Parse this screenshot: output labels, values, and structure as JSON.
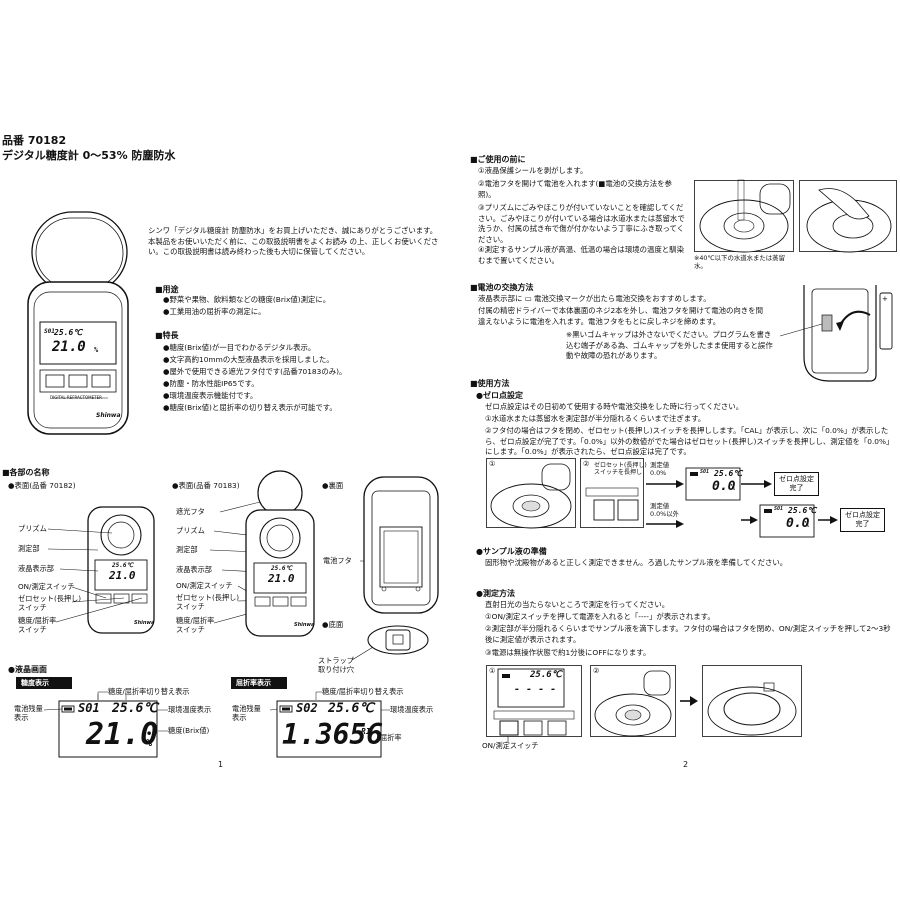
{
  "page1": {
    "product_code": "品番 70182",
    "product_title": "デジタル糖度計 0〜53% 防塵防水",
    "intro": "シンワ「デジタル糖度計 防塵防水」をお買上げいただき、誠にありがとうございます。本製品をお使いいただく前に、この取扱説明書をよくお読み の上、正しくお使いください。この取扱説明書は読み終わった後も大切に保管してください。",
    "usage_heading": "■用途",
    "usage_items": [
      "●野菜や果物、飲料類などの糖度(Brix値)測定に。",
      "●工業用油の屈折率の測定に。"
    ],
    "features_heading": "■特長",
    "features_items": [
      "●糖度(Brix値)が一目でわかるデジタル表示。",
      "●文字高約10mmの大型液晶表示を採用しました。",
      "●屋外で使用できる遮光フタ付です(品番70183のみ)。",
      "●防塵・防水性能IP65です。",
      "●環境温度表示機能付です。",
      "●糖度(Brix値)と屈折率の切り替え表示が可能です。"
    ],
    "parts_heading": "■各部の名称",
    "front_70182_label": "●表面(品番 70182)",
    "front_70183_label": "●表面(品番 70183)",
    "back_label": "●裏面",
    "bottom_label": "●底面",
    "parts_left": [
      "プリズム",
      "測定部",
      "液晶表示部",
      "ON/測定スイッチ",
      "ゼロセット(長押し)\nスイッチ",
      "糖度/屈折率\nスイッチ"
    ],
    "parts_mid": [
      "遮光フタ",
      "プリズム",
      "測定部",
      "液晶表示部",
      "ON/測定スイッチ",
      "ゼロセット(長押し)\nスイッチ",
      "糖度/屈折率\nスイッチ"
    ],
    "battery_cover_label": "電池フタ",
    "strap_label": "ストラップ\n取り付け穴",
    "lcd_heading": "●液晶画面",
    "brix_badge": "糖度表示",
    "ri_badge": "屈折率表示",
    "lcd_labels_brix": {
      "battery": "電池残量\n表示",
      "switch": "糖度/屈折率切り替え表示",
      "temp": "環境温度表示",
      "value": "糖度(Brix値)"
    },
    "lcd_labels_ri": {
      "battery": "電池残量\n表示",
      "switch": "糖度/屈折率切り替え表示",
      "temp": "環境温度表示",
      "value": "屈折率"
    },
    "lcd_small_brix": "S01",
    "lcd_temp": "25.6℃",
    "lcd_brix_value": "21.0",
    "lcd_brix_unit": "%",
    "lcd_small_ri": "S02",
    "lcd_ri_value": "1.3656",
    "lcd_ri_unit": "RI",
    "device_brand": "Shinwa",
    "device_model_text": "DIGITAL REFRACTOMETER",
    "page_number": "1"
  },
  "page2": {
    "before_heading": "■ご使用の前に",
    "before_items": [
      "①液晶保護シールを剥がします。",
      "②電池フタを開けて電池を入れます(■電池の交換方法を参照)。",
      "③プリズムにごみやほこりが付いていないことを確認してください。ごみやほこりが付いている場合は水道水または蒸留水で洗うか、付属の拭き布で傷が付かないよう丁寧にふき取ってください。",
      "④測定するサンプル液が高温、低温の場合は環境の温度と馴染むまで置いてください。"
    ],
    "water_note": "※40℃以下の水道水または蒸留水。",
    "battery_heading": "■電池の交換方法",
    "battery_text": [
      "液晶表示部に ▭ 電池交換マークが出たら電池交換をおすすめします。",
      "付属の精密ドライバーで本体裏面のネジ2本を外し、電池フタを開けて電池の向きを間違えないように電池を入れます。電池フタをもとに戻しネジを締めます。",
      "※黒いゴムキャップは外さないでください。プログラムを書き込む端子がある為、ゴムキャップを外したまま使用すると誤作動や故障の恐れがあります。"
    ],
    "method_heading": "■使用方法",
    "zero_heading": "●ゼロ点設定",
    "zero_text": [
      "ゼロ点設定はその日初めて使用する時や電池交換をした時に行ってください。",
      "①水道水または蒸留水を測定部が半分隠れるくらいまで注ぎます。",
      "②フタ付の場合はフタを閉め、ゼロセット(長押し)スイッチを長押しします。「CAL」が表示し、次に「0.0%」が表示したら、ゼロ点設定が完了です。「0.0%」以外の数値がでた場合はゼロセット(長押し)スイッチを長押しし、測定値を「0.0%」にします。「0.0%」が表示されたら、ゼロ点設定は完了です。"
    ],
    "zero_fig": {
      "step1": "①",
      "step2": "②",
      "press_label": "ゼロセット(長押し)\nスイッチを長押し",
      "measured_00": "測定値\n0.0%",
      "measured_not00": "測定値\n0.0%以外",
      "done1": "ゼロ点設定\n完了",
      "done2": "ゼロ点設定\n完了",
      "lcd_small": "S01",
      "lcd_temp": "25.6℃",
      "lcd_value": "0.0",
      "lcd_unit": "%"
    },
    "sample_heading": "●サンプル液の準備",
    "sample_text": "固形物や沈殿物があると正しく測定できません。ろ過したサンプル液を準備してください。",
    "measure_heading": "●測定方法",
    "measure_text": [
      "直射日光の当たらないところで測定を行ってください。",
      "①ON/測定スイッチを押して電源を入れると「‐‐‐‐」が表示されます。",
      "②測定部が半分隠れるくらいまでサンプル液を滴下します。フタ付の場合はフタを閉め、ON/測定スイッチを押して2〜3秒後に測定値が表示されます。",
      "③電源は無操作状態で約1分後にOFFになります。"
    ],
    "measure_fig": {
      "step1": "①",
      "step2": "②",
      "lcd_temp": "25.6℃",
      "lcd_dashes": "- - - -",
      "on_switch_label": "ON/測定スイッチ"
    },
    "page_number": "2"
  }
}
